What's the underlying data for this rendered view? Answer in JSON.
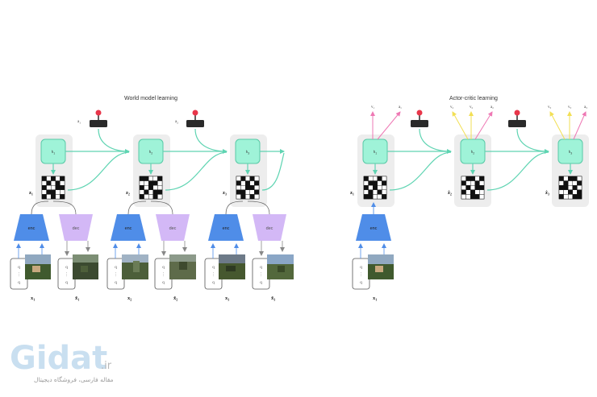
{
  "titles": {
    "world_model": "World model learning",
    "actor_critic": "Actor-critic learning"
  },
  "labels": {
    "h": "h",
    "enc": "enc",
    "dec": "dec",
    "z": "z",
    "zhat": "ẑ",
    "x": "x",
    "xhat": "x̂",
    "a": "a",
    "v": "v",
    "q": "q",
    "vdots": "⋮"
  },
  "subscripts": [
    "1",
    "2",
    "3"
  ],
  "logo": {
    "main": "Gidat",
    "tld": ".ir",
    "tagline": "مقاله فارسی، فروشگاه دیجیتال"
  },
  "colors": {
    "recurrent_box": "#9ff3d8",
    "recurrent_border": "#58c9a6",
    "arrow_teal": "#5fd4b2",
    "encoder": "#4f8de8",
    "decoder": "#d3b8f6",
    "action_pink": "#ee78b4",
    "action_yellow": "#f2df54",
    "joystick_red": "#e8364a",
    "group_bg": "#ededed",
    "logo_blue": "#c9dff0"
  },
  "grid_patterns": [
    [
      1,
      0,
      1,
      0,
      1,
      0,
      1,
      0,
      1,
      0,
      1,
      0,
      0,
      1,
      1,
      0,
      1,
      1,
      0,
      0,
      1,
      0,
      1,
      0,
      1
    ],
    [
      1,
      1,
      0,
      0,
      1,
      0,
      0,
      1,
      1,
      0,
      1,
      0,
      1,
      0,
      0,
      0,
      1,
      0,
      1,
      1,
      1,
      0,
      0,
      1,
      0
    ],
    [
      0,
      1,
      0,
      1,
      0,
      1,
      0,
      1,
      0,
      1,
      0,
      0,
      1,
      1,
      0,
      1,
      1,
      0,
      0,
      1,
      0,
      1,
      0,
      1,
      0
    ],
    [
      1,
      0,
      0,
      1,
      0,
      0,
      1,
      1,
      0,
      1,
      1,
      0,
      1,
      0,
      0,
      0,
      1,
      0,
      1,
      0,
      1,
      1,
      0,
      0,
      1
    ],
    [
      0,
      1,
      1,
      0,
      1,
      1,
      0,
      0,
      1,
      0,
      0,
      1,
      0,
      1,
      1,
      1,
      0,
      1,
      0,
      0,
      0,
      0,
      1,
      1,
      0
    ],
    [
      1,
      0,
      1,
      1,
      0,
      0,
      1,
      0,
      0,
      1,
      1,
      1,
      0,
      1,
      0,
      0,
      0,
      1,
      0,
      1,
      1,
      0,
      0,
      1,
      1
    ]
  ]
}
